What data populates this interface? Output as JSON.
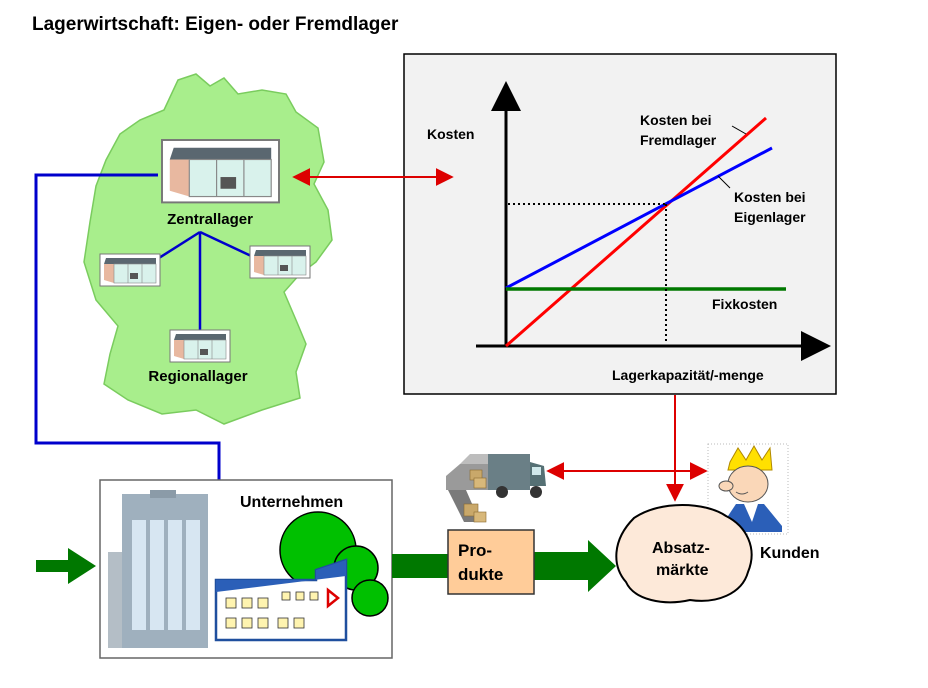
{
  "title": "Lagerwirtschaft: Eigen- oder Fremdlager",
  "labels": {
    "zentrallager": "Zentrallager",
    "regionallager": "Regionallager",
    "unternehmen": "Unternehmen",
    "produkte_line1": "Pro-",
    "produkte_line2": "dukte",
    "absatz_line1": "Absatz-",
    "absatz_line2": "märkte",
    "kunden": "Kunden"
  },
  "chart": {
    "ylabel": "Kosten",
    "xlabel": "Lagerkapazität/-menge",
    "fremd_line1": "Kosten bei",
    "fremd_line2": "Fremdlager",
    "eigen_line1": "Kosten bei",
    "eigen_line2": "Eigenlager",
    "fix_label": "Fixkosten"
  },
  "colors": {
    "map_fill": "#a8ee8c",
    "fremd_line": "#ff0000",
    "eigen_line": "#0000ff",
    "fix_line": "#007800",
    "connector_blue": "#0000cc",
    "connector_red": "#dd0000",
    "flow_arrow": "#007800",
    "produkte_box": "#ffcc99",
    "absatz_blob": "#fde9d9",
    "chart_bg": "#f2f2f2"
  },
  "icons": [
    "warehouse-icon",
    "truck-icon",
    "customer-icon",
    "office-building-icon",
    "factory-icon",
    "tree-icon"
  ]
}
